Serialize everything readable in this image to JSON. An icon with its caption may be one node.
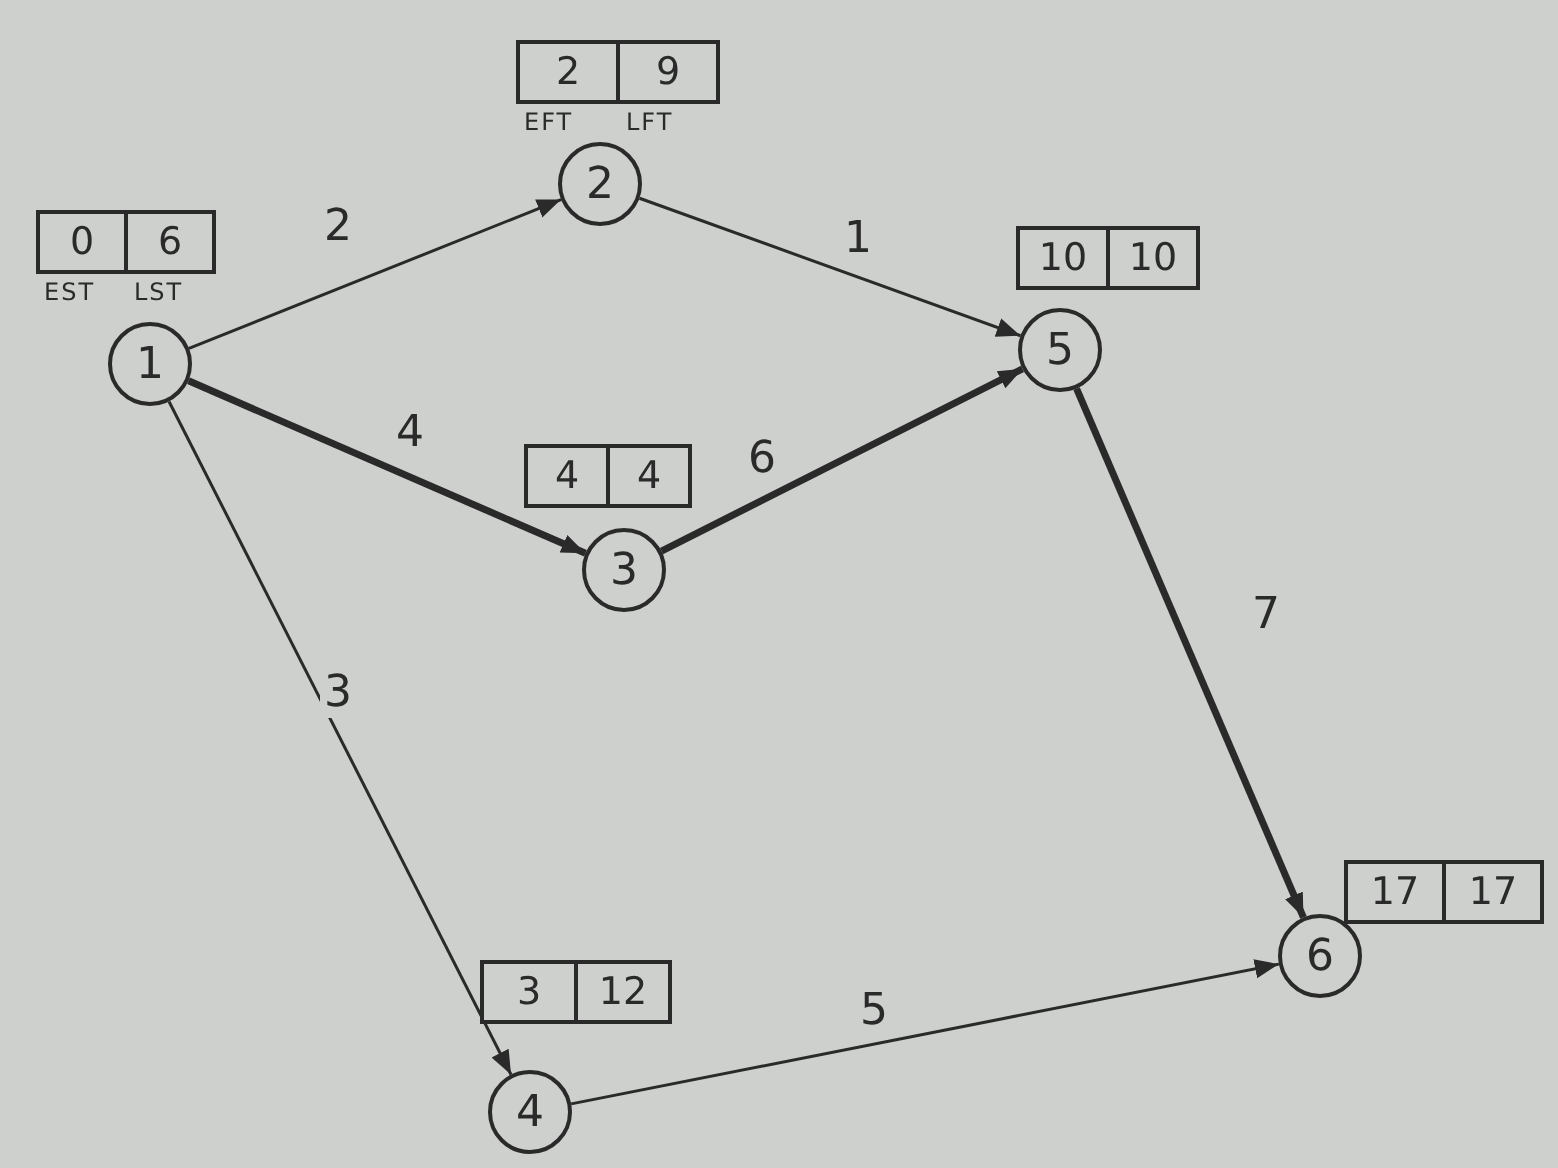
{
  "diagram": {
    "nodes": [
      {
        "text": [
          "1"
        ],
        "beside": [
          "0",
          "6",
          "EST",
          "LST"
        ]
      },
      {
        "text": [
          "2"
        ],
        "beside": [
          "2",
          "9",
          "EFT",
          "LFT"
        ]
      },
      {
        "text": [
          "3"
        ],
        "beside": [
          "4",
          "4"
        ]
      },
      {
        "text": [
          "4"
        ],
        "beside": [
          "3",
          "12"
        ]
      },
      {
        "text": [
          "5"
        ],
        "beside": [
          "10",
          "10"
        ]
      },
      {
        "text": [
          "6"
        ],
        "beside": [
          "17",
          "17"
        ]
      }
    ],
    "edges": [
      {
        "from": 0,
        "to": 1,
        "arrow": "to",
        "label": "2"
      },
      {
        "from": 1,
        "to": 4,
        "arrow": "to",
        "label": "1"
      },
      {
        "from": 0,
        "to": 2,
        "arrow": "to",
        "label": "4",
        "style": "thick"
      },
      {
        "from": 2,
        "to": 4,
        "arrow": "to",
        "label": "6",
        "style": "thick"
      },
      {
        "from": 0,
        "to": 3,
        "arrow": "to",
        "label": "3"
      },
      {
        "from": 4,
        "to": 5,
        "arrow": "to",
        "label": "7",
        "style": "thick"
      },
      {
        "from": 3,
        "to": 5,
        "arrow": "to",
        "label": "5"
      }
    ]
  }
}
